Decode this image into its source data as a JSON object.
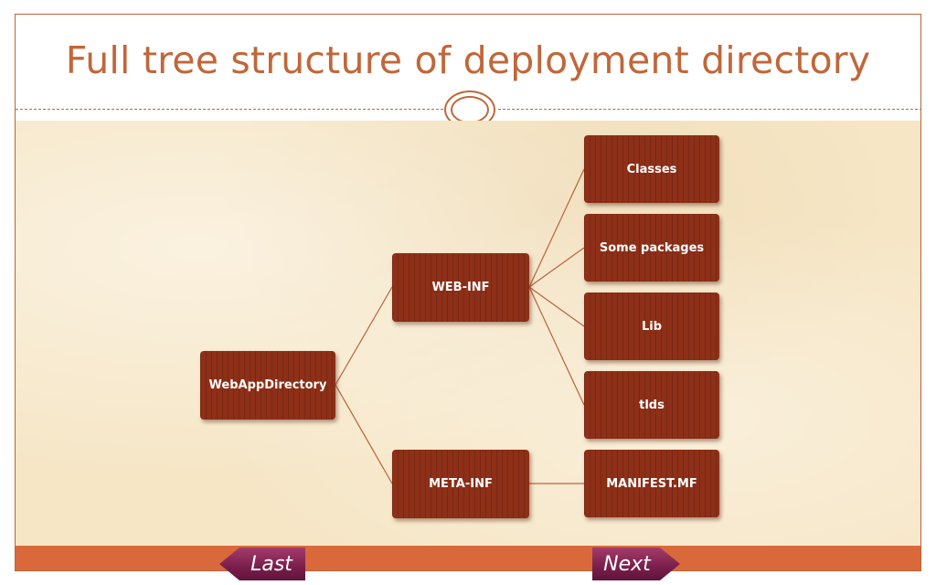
{
  "slide": {
    "title": "Full tree structure of deployment directory"
  },
  "tree": {
    "root": "WebAppDirectory",
    "web_inf": "WEB-INF",
    "meta_inf": "META-INF",
    "classes": "Classes",
    "some_packages": "Some packages",
    "lib": "Lib",
    "tlds": "tlds",
    "manifest": "MANIFEST.MF"
  },
  "navigation": {
    "last_label": "Last",
    "next_label": "Next"
  },
  "colors": {
    "accent": "#c0673a",
    "node_fill": "#8e2f17",
    "footer": "#d9693a",
    "background": "#f6e6c6",
    "nav_button": "#7a1e4c"
  }
}
